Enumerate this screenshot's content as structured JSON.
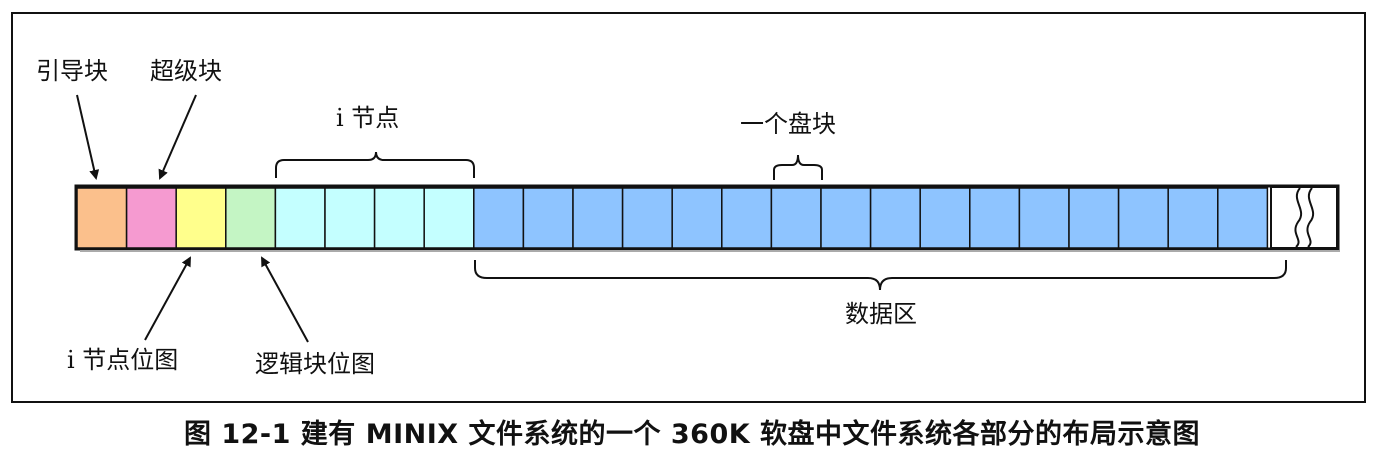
{
  "labels": {
    "boot_block": "引导块",
    "super_block": "超级块",
    "inode": "i 节点",
    "one_block": "一个盘块",
    "inode_bitmap": "i 节点位图",
    "zone_bitmap": "逻辑块位图",
    "data_area": "数据区"
  },
  "caption": "图 12-1 建有 MINIX 文件系统的一个 360K 软盘中文件系统各部分的布局示意图",
  "colors": {
    "boot": "#fbc08c",
    "super": "#f59ad0",
    "inode_bitmap": "#ffff8c",
    "zone_bitmap": "#c4f5c4",
    "inode": "#c4ffff",
    "data": "#8ec4ff",
    "tail": "#ffffff"
  },
  "blocks": [
    {
      "type": "boot"
    },
    {
      "type": "super"
    },
    {
      "type": "inode_bitmap"
    },
    {
      "type": "zone_bitmap"
    },
    {
      "type": "inode"
    },
    {
      "type": "inode"
    },
    {
      "type": "inode"
    },
    {
      "type": "inode"
    },
    {
      "type": "data"
    },
    {
      "type": "data"
    },
    {
      "type": "data"
    },
    {
      "type": "data"
    },
    {
      "type": "data"
    },
    {
      "type": "data"
    },
    {
      "type": "data"
    },
    {
      "type": "data"
    },
    {
      "type": "data"
    },
    {
      "type": "data"
    },
    {
      "type": "data"
    },
    {
      "type": "data"
    },
    {
      "type": "data"
    },
    {
      "type": "data"
    },
    {
      "type": "data"
    },
    {
      "type": "data"
    }
  ]
}
